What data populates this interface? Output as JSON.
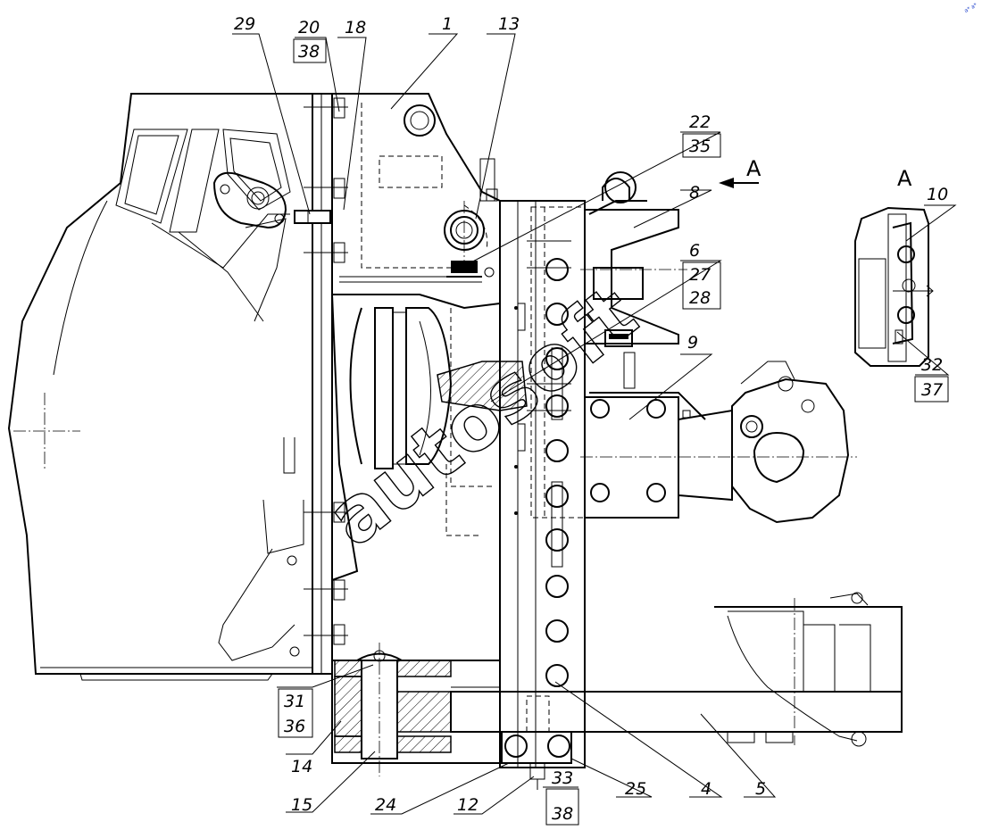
{
  "callouts": {
    "c1": "1",
    "c4": "4",
    "c5": "5",
    "c6": "6",
    "c8": "8",
    "c9": "9",
    "c10": "10",
    "c12": "12",
    "c13": "13",
    "c14": "14",
    "c15": "15",
    "c18": "18",
    "c24": "24",
    "c25": "25",
    "c27": "27",
    "c28": "28",
    "c29": "29",
    "c20": "20",
    "c38a": "38",
    "c22": "22",
    "c35": "35",
    "c31": "31",
    "c36": "36",
    "c32": "32",
    "c37": "37",
    "c33": "33",
    "c38b": "38"
  },
  "view": {
    "arrow_label": "A",
    "detail_label": "A"
  },
  "watermark": {
    "text": "autosoft",
    "corner_mark": "a* a*"
  }
}
